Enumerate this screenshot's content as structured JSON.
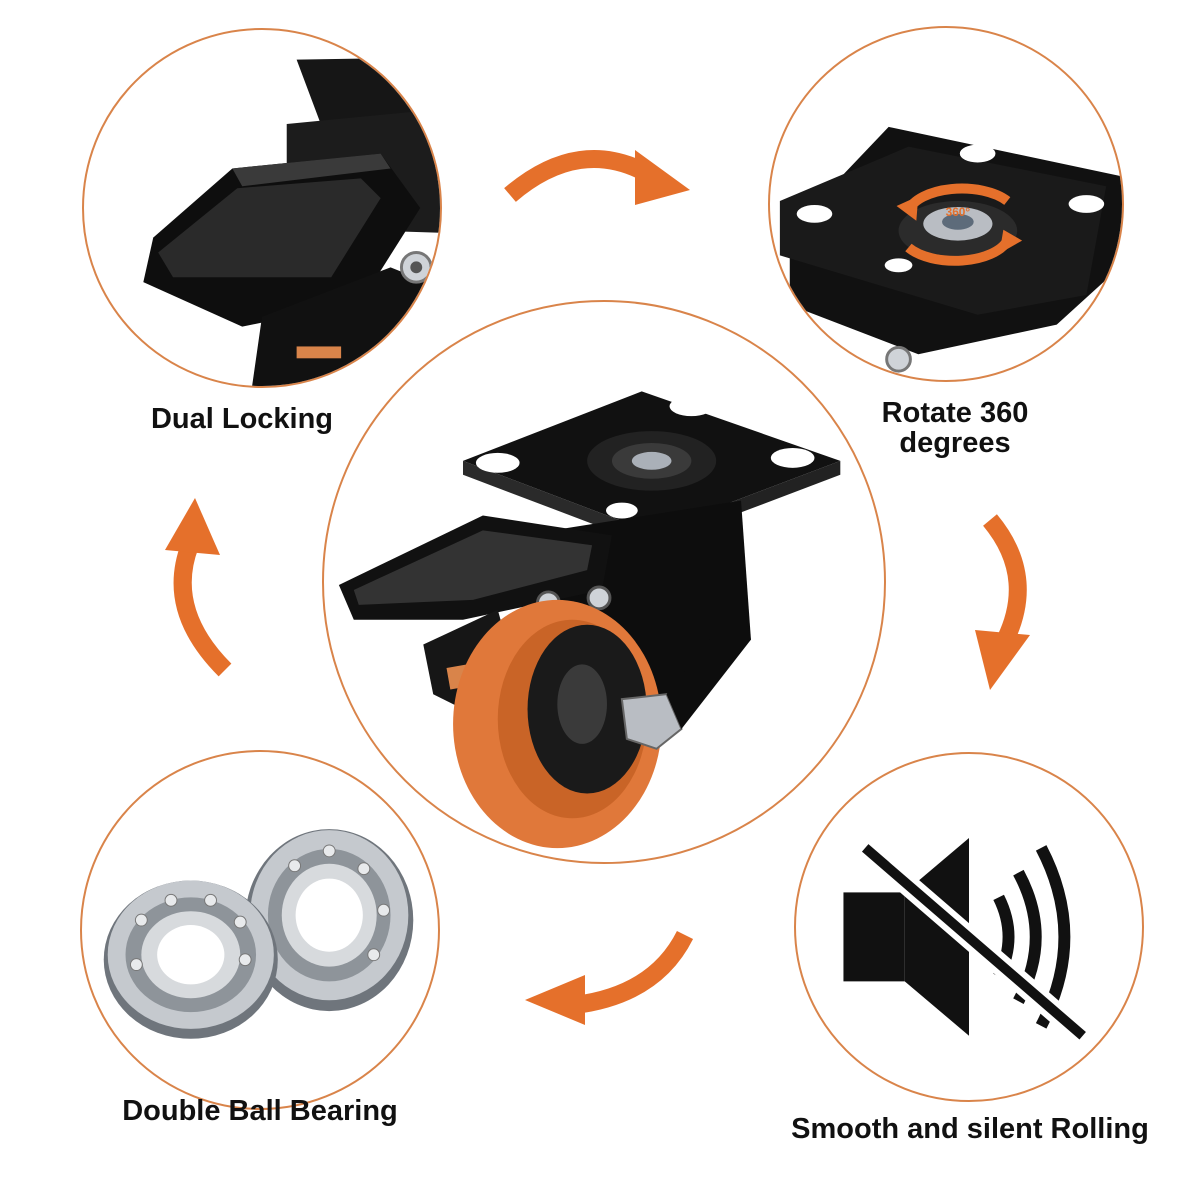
{
  "features": {
    "dual_locking": "Dual Locking",
    "rotate_line1": "Rotate 360",
    "rotate_line2": "degrees",
    "smooth_rolling": "Smooth and silent Rolling",
    "ball_bearing": "Double Ball Bearing"
  },
  "plate_marking": "360°",
  "colors": {
    "accent": "#e5702b",
    "circle_border": "#d9844a",
    "metal_black": "#111111",
    "wheel_orange": "#e0783a",
    "steel": "#b8bcc2"
  },
  "icons": [
    "dual-locking-icon",
    "rotate-360-icon",
    "caster-wheel-icon",
    "ball-bearing-icon",
    "mute-speaker-icon"
  ]
}
